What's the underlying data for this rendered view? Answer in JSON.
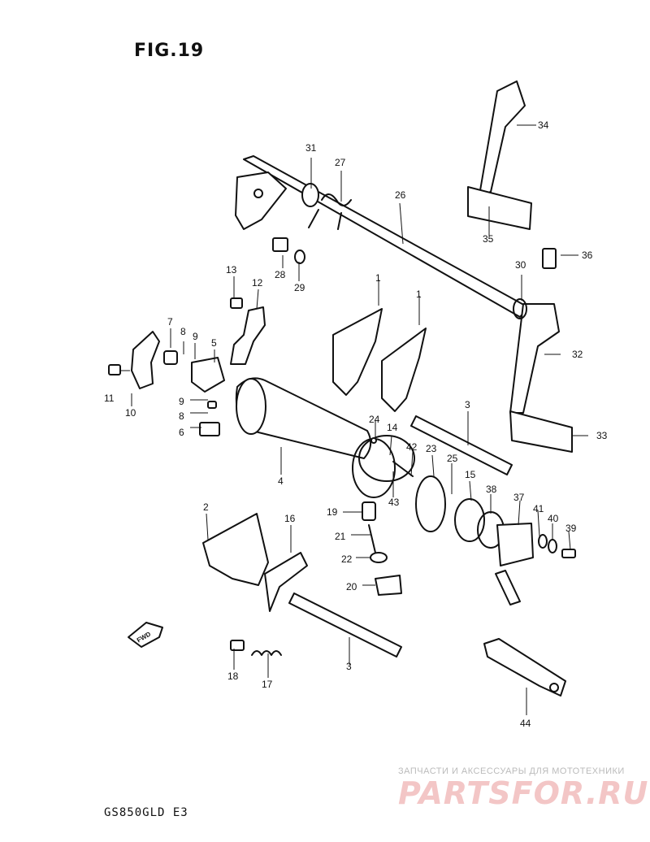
{
  "figure_title": "FIG.19",
  "model_code": "GS850GLD E3",
  "fwd_label": "FWD",
  "watermark": {
    "subtitle": "ЗАПЧАСТИ И АКСЕССУАРЫ ДЛЯ МОТОТЕХНИКИ",
    "logo": "PARTSFOR.RU"
  },
  "callouts": [
    "1",
    "1",
    "2",
    "3",
    "3",
    "4",
    "5",
    "6",
    "7",
    "8",
    "8",
    "9",
    "9",
    "10",
    "11",
    "12",
    "13",
    "14",
    "15",
    "16",
    "17",
    "18",
    "19",
    "20",
    "21",
    "22",
    "23",
    "24",
    "25",
    "26",
    "27",
    "28",
    "29",
    "30",
    "31",
    "32",
    "33",
    "34",
    "35",
    "36",
    "37",
    "38",
    "39",
    "40",
    "41",
    "42",
    "43",
    "44"
  ]
}
